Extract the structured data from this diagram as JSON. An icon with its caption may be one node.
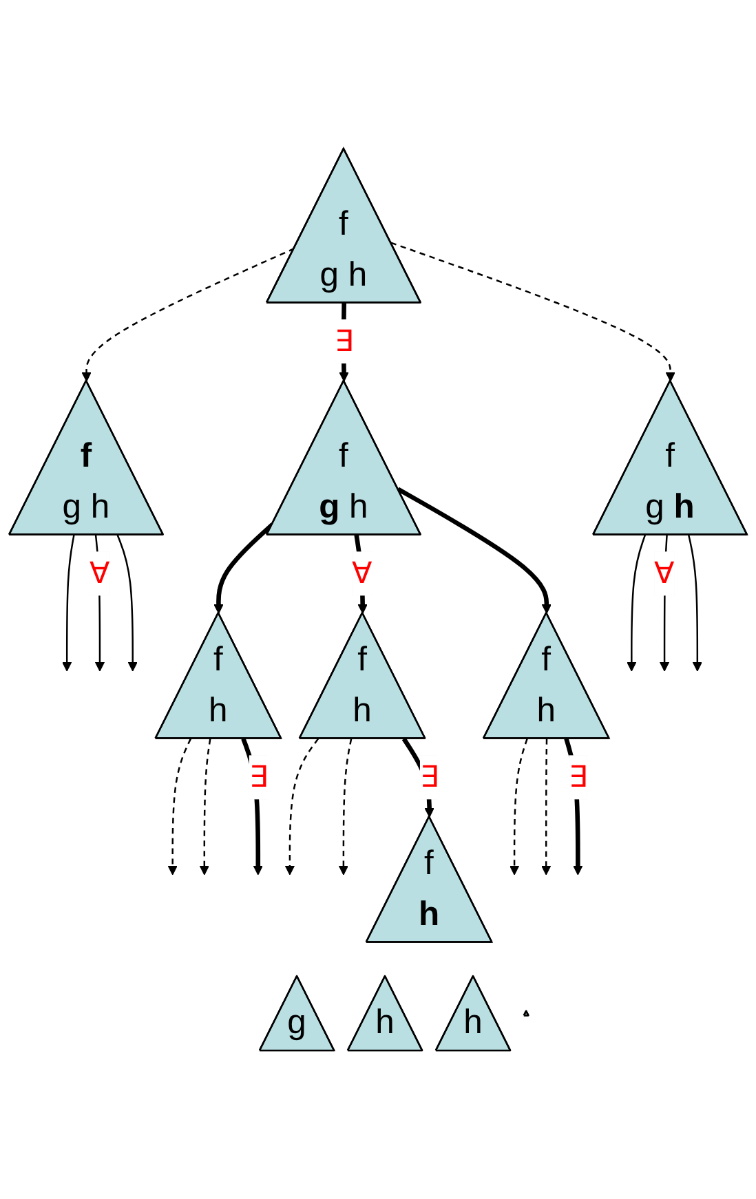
{
  "diagram": {
    "nodes": [
      {
        "text": [
          "f",
          "g",
          "h"
        ]
      },
      {
        "text": [
          "f",
          "g",
          "h"
        ]
      },
      {
        "text": [
          "f",
          "g",
          "h"
        ]
      },
      {
        "text": [
          "f",
          "g",
          "h"
        ]
      },
      {
        "text": [
          "f",
          "h"
        ]
      },
      {
        "text": [
          "g"
        ]
      },
      {
        "text": [
          "f",
          "h"
        ]
      },
      {
        "text": [
          "h"
        ]
      },
      {
        "text": [
          "f",
          "h"
        ]
      },
      {
        "text": [],
        "shape": "triangle"
      },
      {
        "text": [
          "f",
          "h"
        ]
      },
      {
        "text": [
          "h"
        ]
      }
    ],
    "edges": [
      {
        "from": 0,
        "to": 1,
        "arrow": "to",
        "style": "dashed"
      },
      {
        "from": 0,
        "to": 2,
        "arrow": "to",
        "style": "thick",
        "label": "∃"
      },
      {
        "from": 0,
        "to": 3,
        "arrow": "to",
        "style": "dashed"
      },
      {
        "from": 1,
        "to": null,
        "arrow": "to"
      },
      {
        "from": 1,
        "to": null,
        "arrow": "to",
        "label": "∀"
      },
      {
        "from": 1,
        "to": null,
        "arrow": "to"
      },
      {
        "from": 2,
        "to": 4,
        "arrow": "to",
        "style": "thick"
      },
      {
        "from": 2,
        "to": 6,
        "arrow": "to",
        "style": "thick",
        "label": "∀"
      },
      {
        "from": 2,
        "to": 8,
        "arrow": "to",
        "style": "thick"
      },
      {
        "from": 3,
        "to": null,
        "arrow": "to"
      },
      {
        "from": 3,
        "to": null,
        "arrow": "to",
        "label": "∀"
      },
      {
        "from": 3,
        "to": null,
        "arrow": "to"
      },
      {
        "from": 4,
        "to": null,
        "arrow": "to",
        "style": "dashed"
      },
      {
        "from": 4,
        "to": null,
        "arrow": "to",
        "style": "dashed"
      },
      {
        "from": 4,
        "to": null,
        "arrow": "to",
        "style": "thick",
        "label": "∃"
      },
      {
        "from": 6,
        "to": null,
        "arrow": "to",
        "style": "dashed"
      },
      {
        "from": 6,
        "to": null,
        "arrow": "to",
        "style": "dashed"
      },
      {
        "from": 6,
        "to": 10,
        "arrow": "to",
        "style": "thick",
        "label": "∃"
      },
      {
        "from": 8,
        "to": null,
        "arrow": "to",
        "style": "dashed"
      },
      {
        "from": 8,
        "to": null,
        "arrow": "to",
        "style": "dashed"
      },
      {
        "from": 8,
        "to": null,
        "arrow": "to",
        "style": "thick",
        "label": "∃"
      }
    ]
  }
}
